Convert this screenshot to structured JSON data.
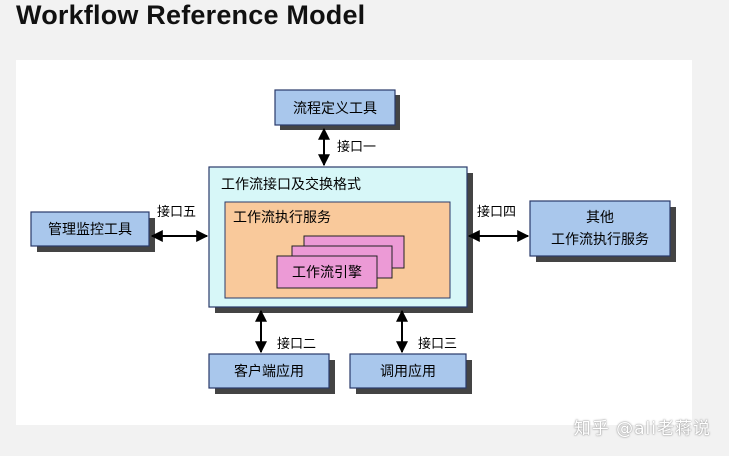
{
  "title": "Workflow Reference Model",
  "diagram": {
    "process_definition_tools": "流程定义工具",
    "api_interchange_formats": "工作流接口及交换格式",
    "workflow_enactment_service": "工作流执行服务",
    "workflow_engine": "工作流引擎",
    "admin_monitoring_tools": "管理监控工具",
    "other_enactment_line1": "其他",
    "other_enactment_line2": "工作流执行服务",
    "client_applications": "客户端应用",
    "invoked_applications": "调用应用",
    "interface_1": "接口一",
    "interface_2": "接口二",
    "interface_3": "接口三",
    "interface_4": "接口四",
    "interface_5": "接口五"
  },
  "watermark": "知乎 @ali老蒋说",
  "colors": {
    "blue_box": "#a9c7ec",
    "blue_border": "#2a3a6a",
    "cyan_panel": "#d7f7f8",
    "orange_panel": "#f9c99b",
    "pink_box": "#ec9ad6",
    "shadow": "#444444"
  }
}
